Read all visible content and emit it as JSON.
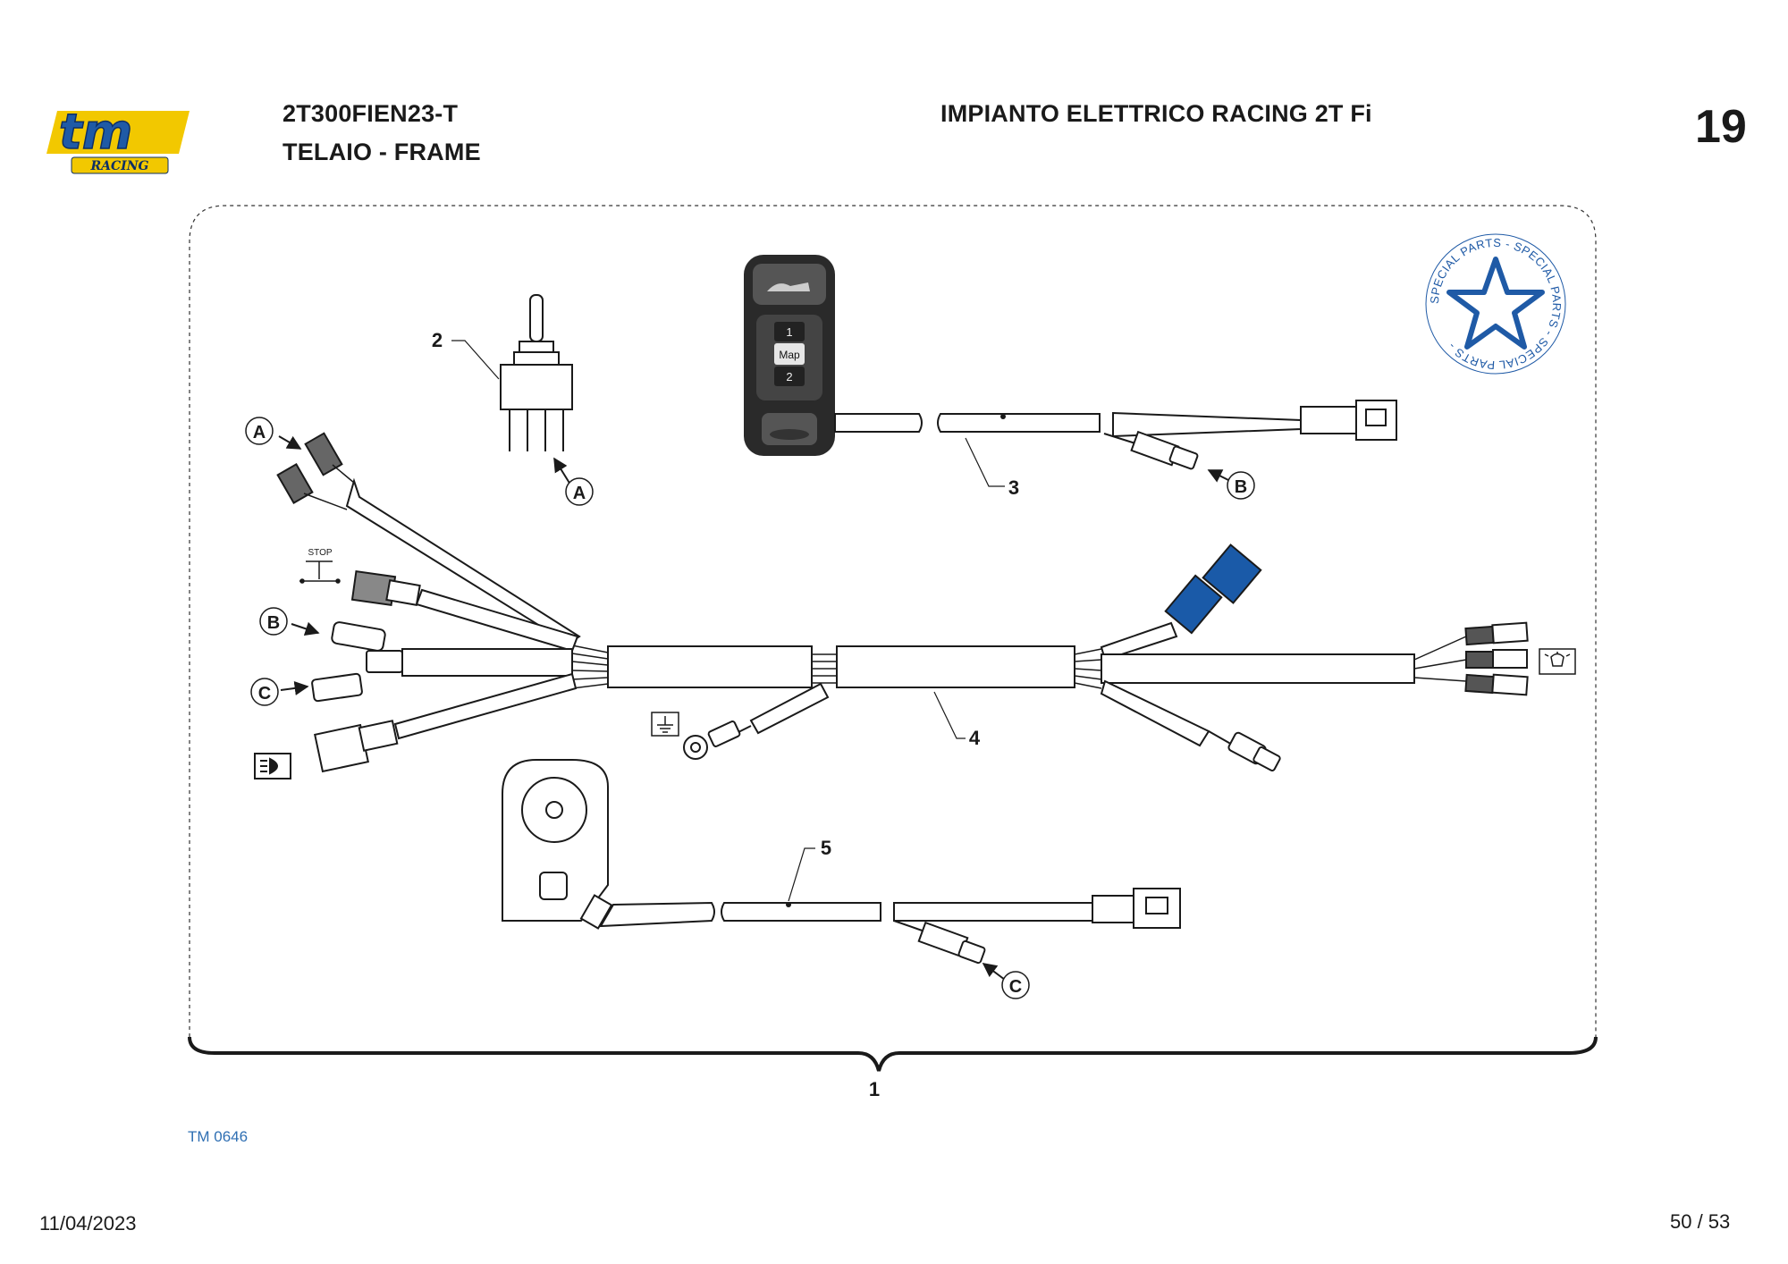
{
  "header": {
    "code": "2T300FIEN23-T",
    "subtitle": "TELAIO - FRAME",
    "title": "IMPIANTO ELETTRICO RACING 2T Fi",
    "table_number": "19"
  },
  "logo": {
    "brand_text": "tm",
    "tagline": "RACING",
    "colors": {
      "primary": "#1f5aa6",
      "accent": "#f2c800"
    }
  },
  "badge": {
    "ring_text": "SPECIAL PARTS - SPECIAL PARTS - SPECIAL PARTS - ",
    "icon": "star-icon",
    "color": "#1f5aa6"
  },
  "diagram": {
    "part_numbers": [
      "1",
      "2",
      "3",
      "4",
      "5"
    ],
    "connector_refs": {
      "a1": "A",
      "a2": "A",
      "b1": "B",
      "b2": "B",
      "c1": "C",
      "c2": "C"
    },
    "switch_labels": {
      "top": "1",
      "middle": "Map",
      "bottom": "2"
    },
    "stop_label": "STOP",
    "icons": [
      "stop-switch-icon",
      "headlight-icon",
      "ground-icon",
      "light-icon"
    ],
    "colors": {
      "line": "#1a1a1a",
      "connector_blue": "#1a5aa8",
      "connector_gray": "#777777"
    }
  },
  "footer": {
    "drawing_code": "TM 0646",
    "date": "11/04/2023",
    "page": "50 / 53"
  }
}
